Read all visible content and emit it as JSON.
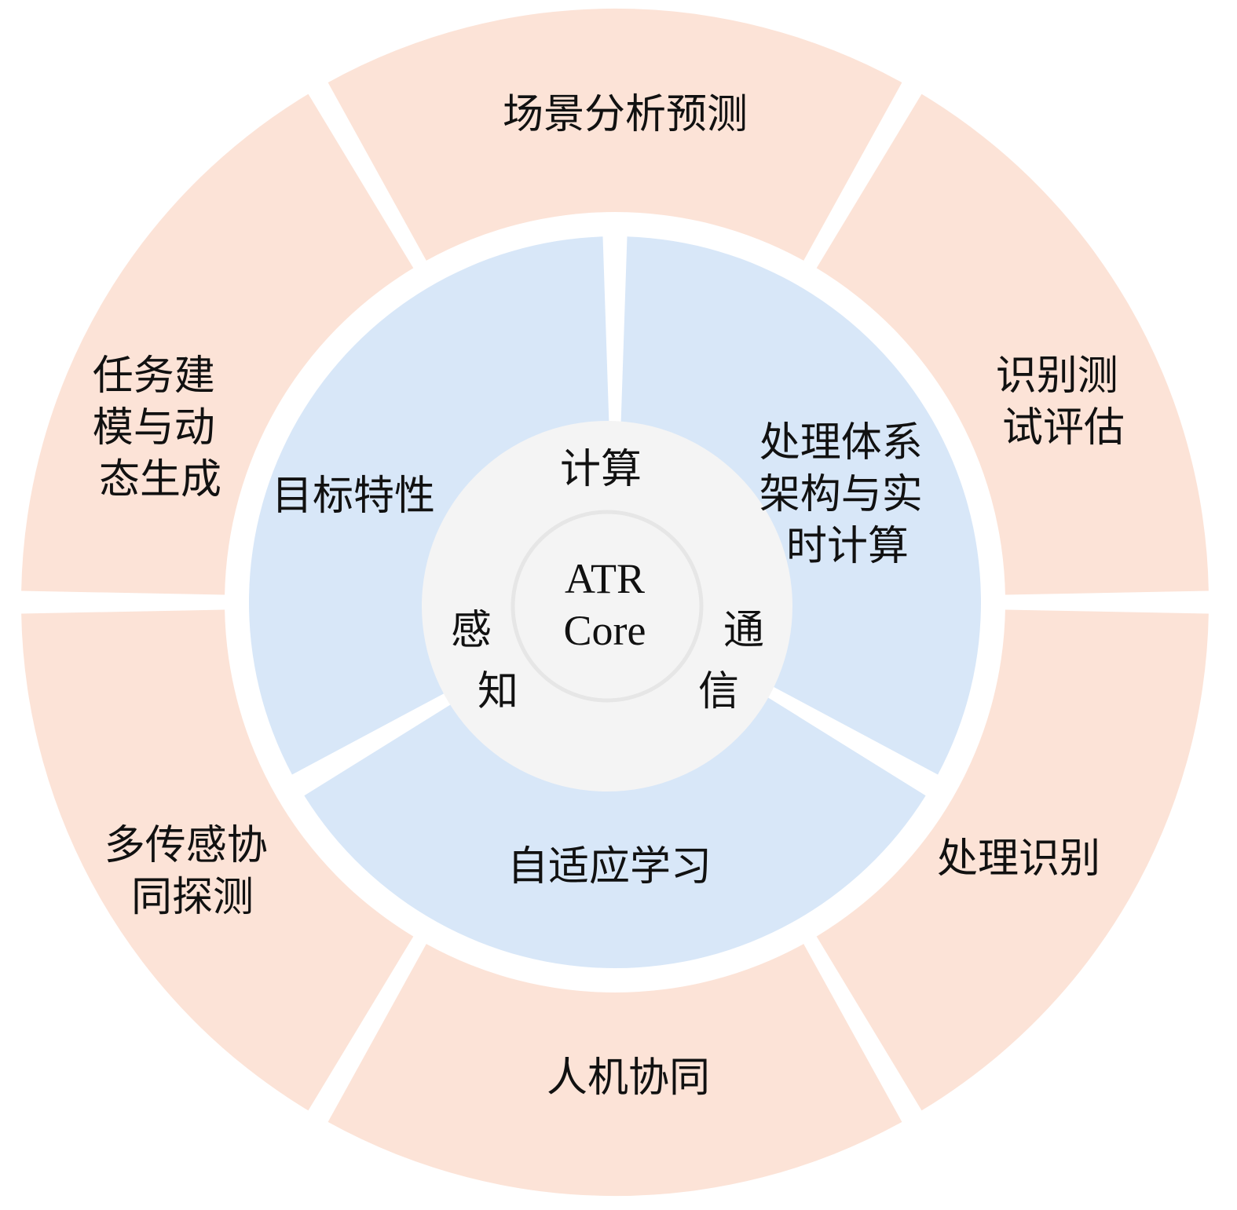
{
  "colors": {
    "outer_fill": "#fce3d7",
    "inner_fill": "#d8e7f8",
    "core_fill": "#f4f4f4",
    "core_ring_stroke": "#e6e6e6",
    "background": "#ffffff"
  },
  "core": {
    "title_line1": "ATR",
    "title_line2": "Core",
    "capabilities": [
      "计算",
      "通",
      "信",
      "感",
      "知"
    ]
  },
  "inner_ring": {
    "target_characteristics": "目标特性",
    "processing_architecture": [
      "处理体系",
      "架构与实",
      "时计算"
    ],
    "adaptive_learning": "自适应学习"
  },
  "outer_ring": {
    "scene_analysis": "场景分析预测",
    "recognition_evaluation": [
      "识别测",
      "试评估"
    ],
    "processing_recognition": "处理识别",
    "human_machine": "人机协同",
    "multi_sensor": [
      "多传感协",
      "同探测"
    ],
    "task_modeling": [
      "任务建",
      "模与动",
      "态生成"
    ]
  }
}
